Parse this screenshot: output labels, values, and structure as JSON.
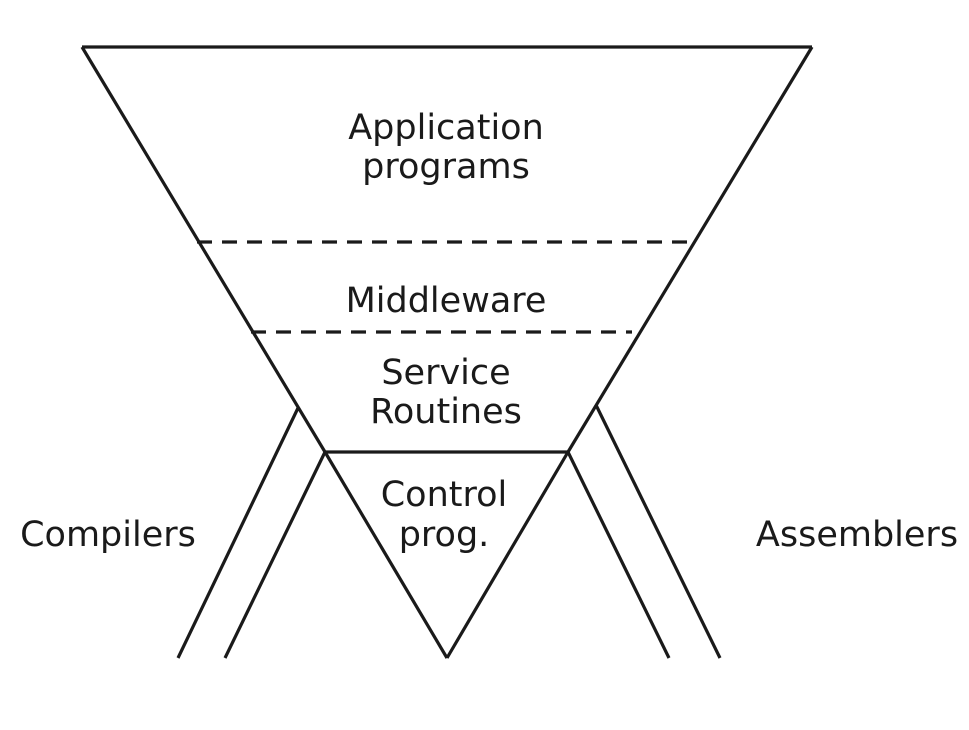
{
  "diagram": {
    "layers": [
      {
        "id": "application",
        "lines": [
          "Application",
          "programs"
        ]
      },
      {
        "id": "middleware",
        "lines": [
          "Middleware"
        ]
      },
      {
        "id": "service",
        "lines": [
          "Service",
          "Routines"
        ]
      },
      {
        "id": "control",
        "lines": [
          "Control",
          "prog."
        ]
      }
    ],
    "side_labels": {
      "left": "Compilers",
      "right": "Assemblers"
    }
  }
}
